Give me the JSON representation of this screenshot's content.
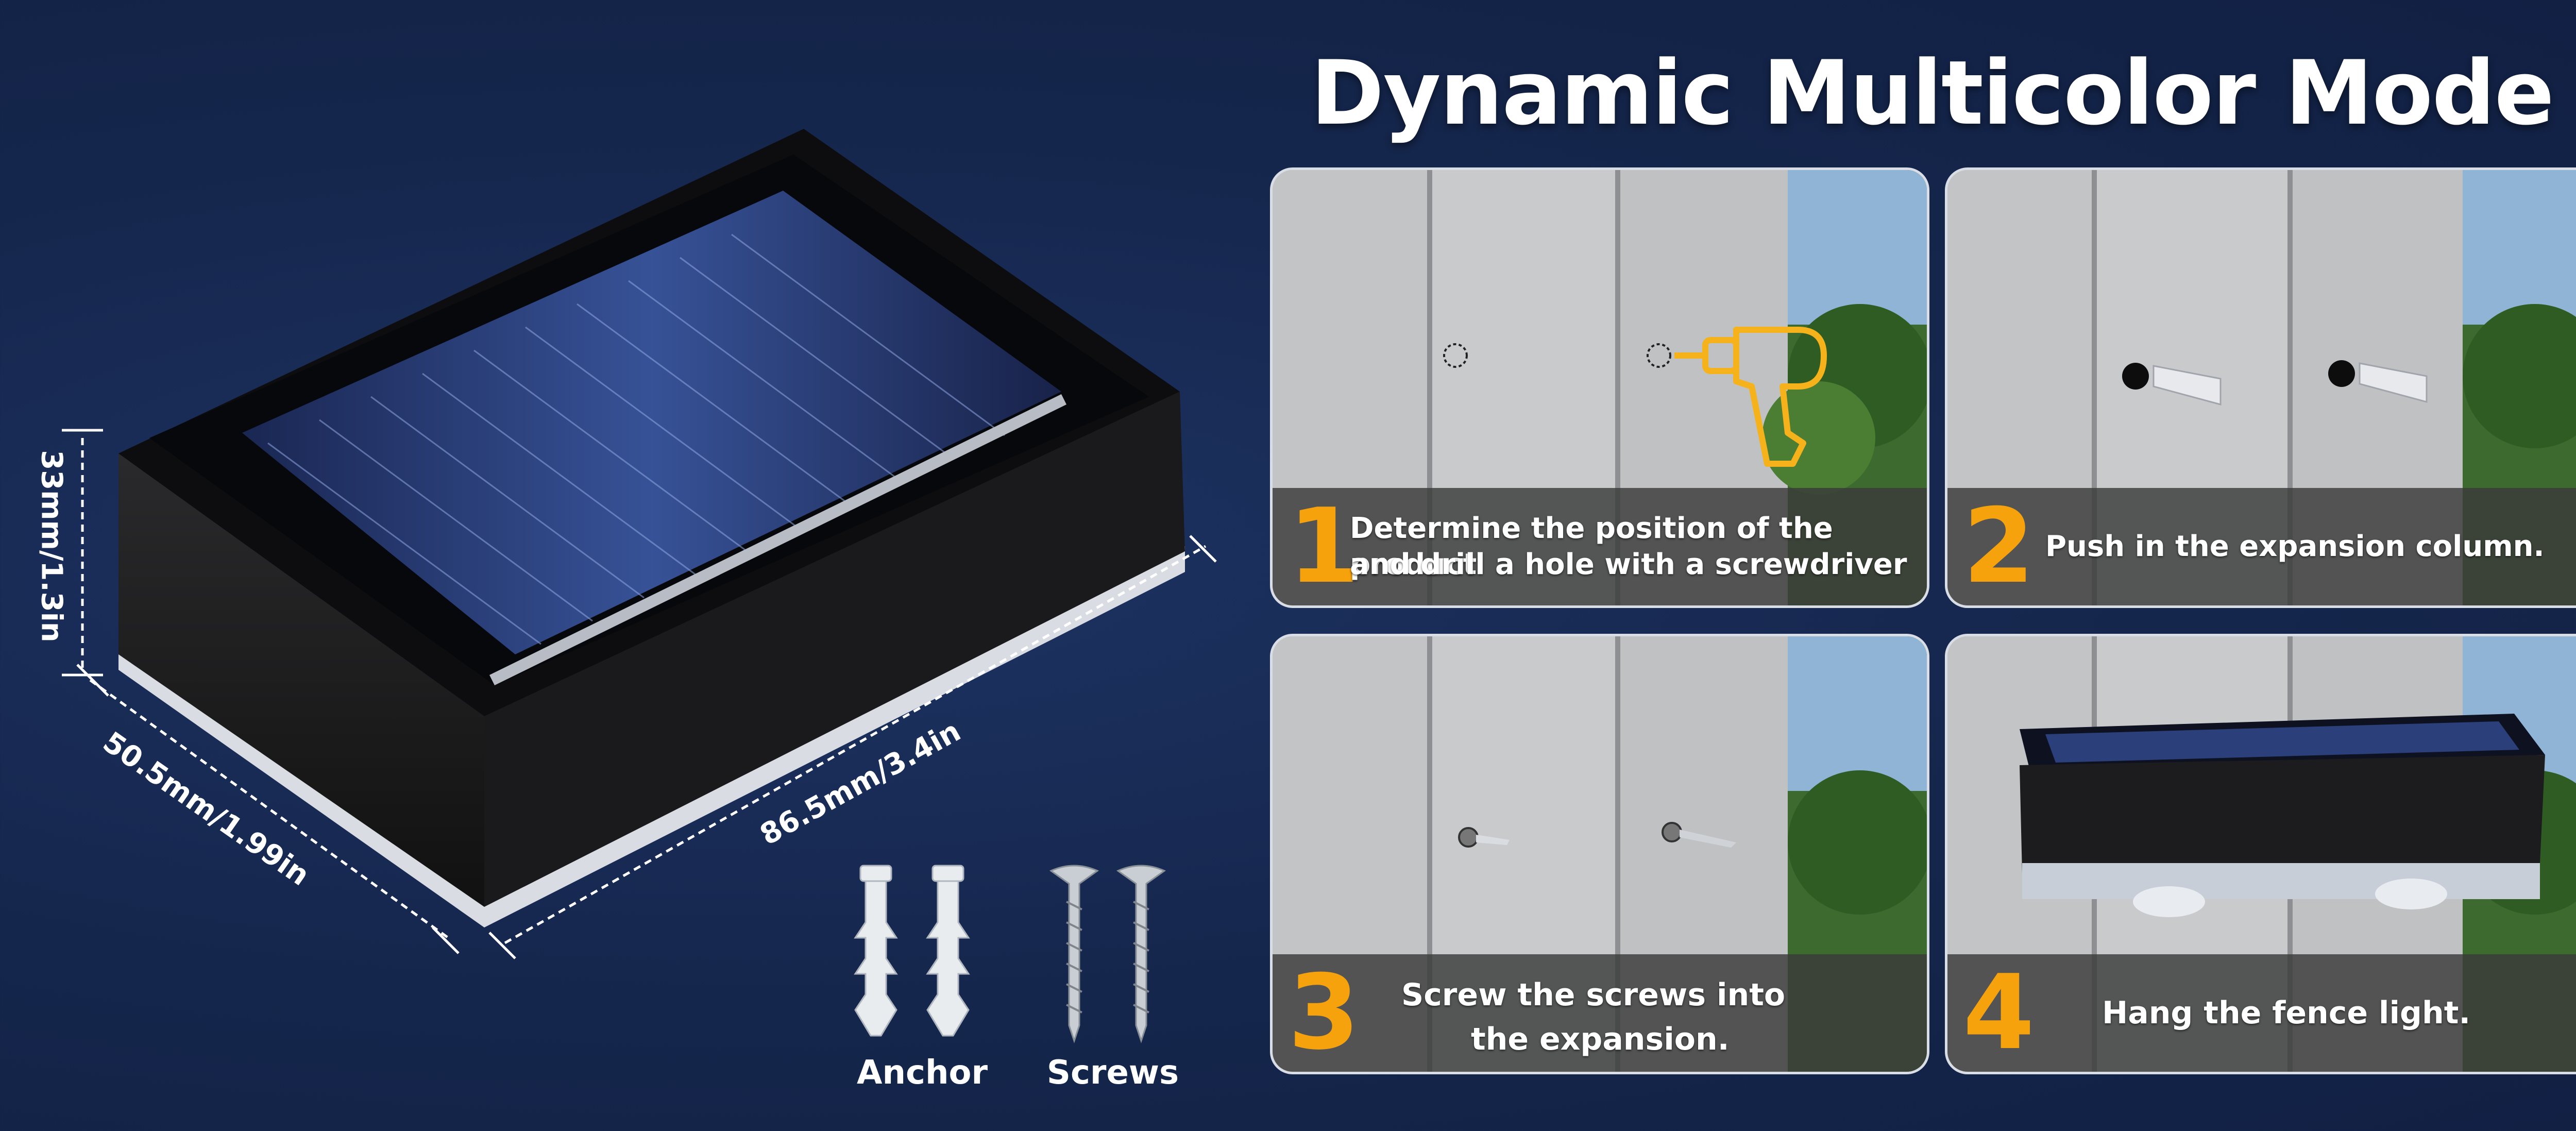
{
  "title": "Dynamic Multicolor Mode",
  "dimensions": {
    "height": "33mm/1.3in",
    "depth": "50.5mm/1.99in",
    "length": "86.5mm/3.4in"
  },
  "kit": {
    "anchor_label": "Anchor",
    "screws_label": "Screws"
  },
  "steps": [
    {
      "number": "1",
      "line1": "Determine the position of the product",
      "line2": "and drill a hole with a screwdriver"
    },
    {
      "number": "2",
      "line1": "Push in the expansion column.",
      "line2": ""
    },
    {
      "number": "3",
      "line1": "Screw the screws into",
      "line2": "the expansion."
    },
    {
      "number": "4",
      "line1": "Hang the fence light.",
      "line2": ""
    }
  ],
  "colors": {
    "background": "#15264c",
    "accent_number": "#f5a20d",
    "drill_outline": "#f5b21a"
  },
  "icons": [
    "drill-icon",
    "anchor-icon",
    "screw-icon"
  ]
}
